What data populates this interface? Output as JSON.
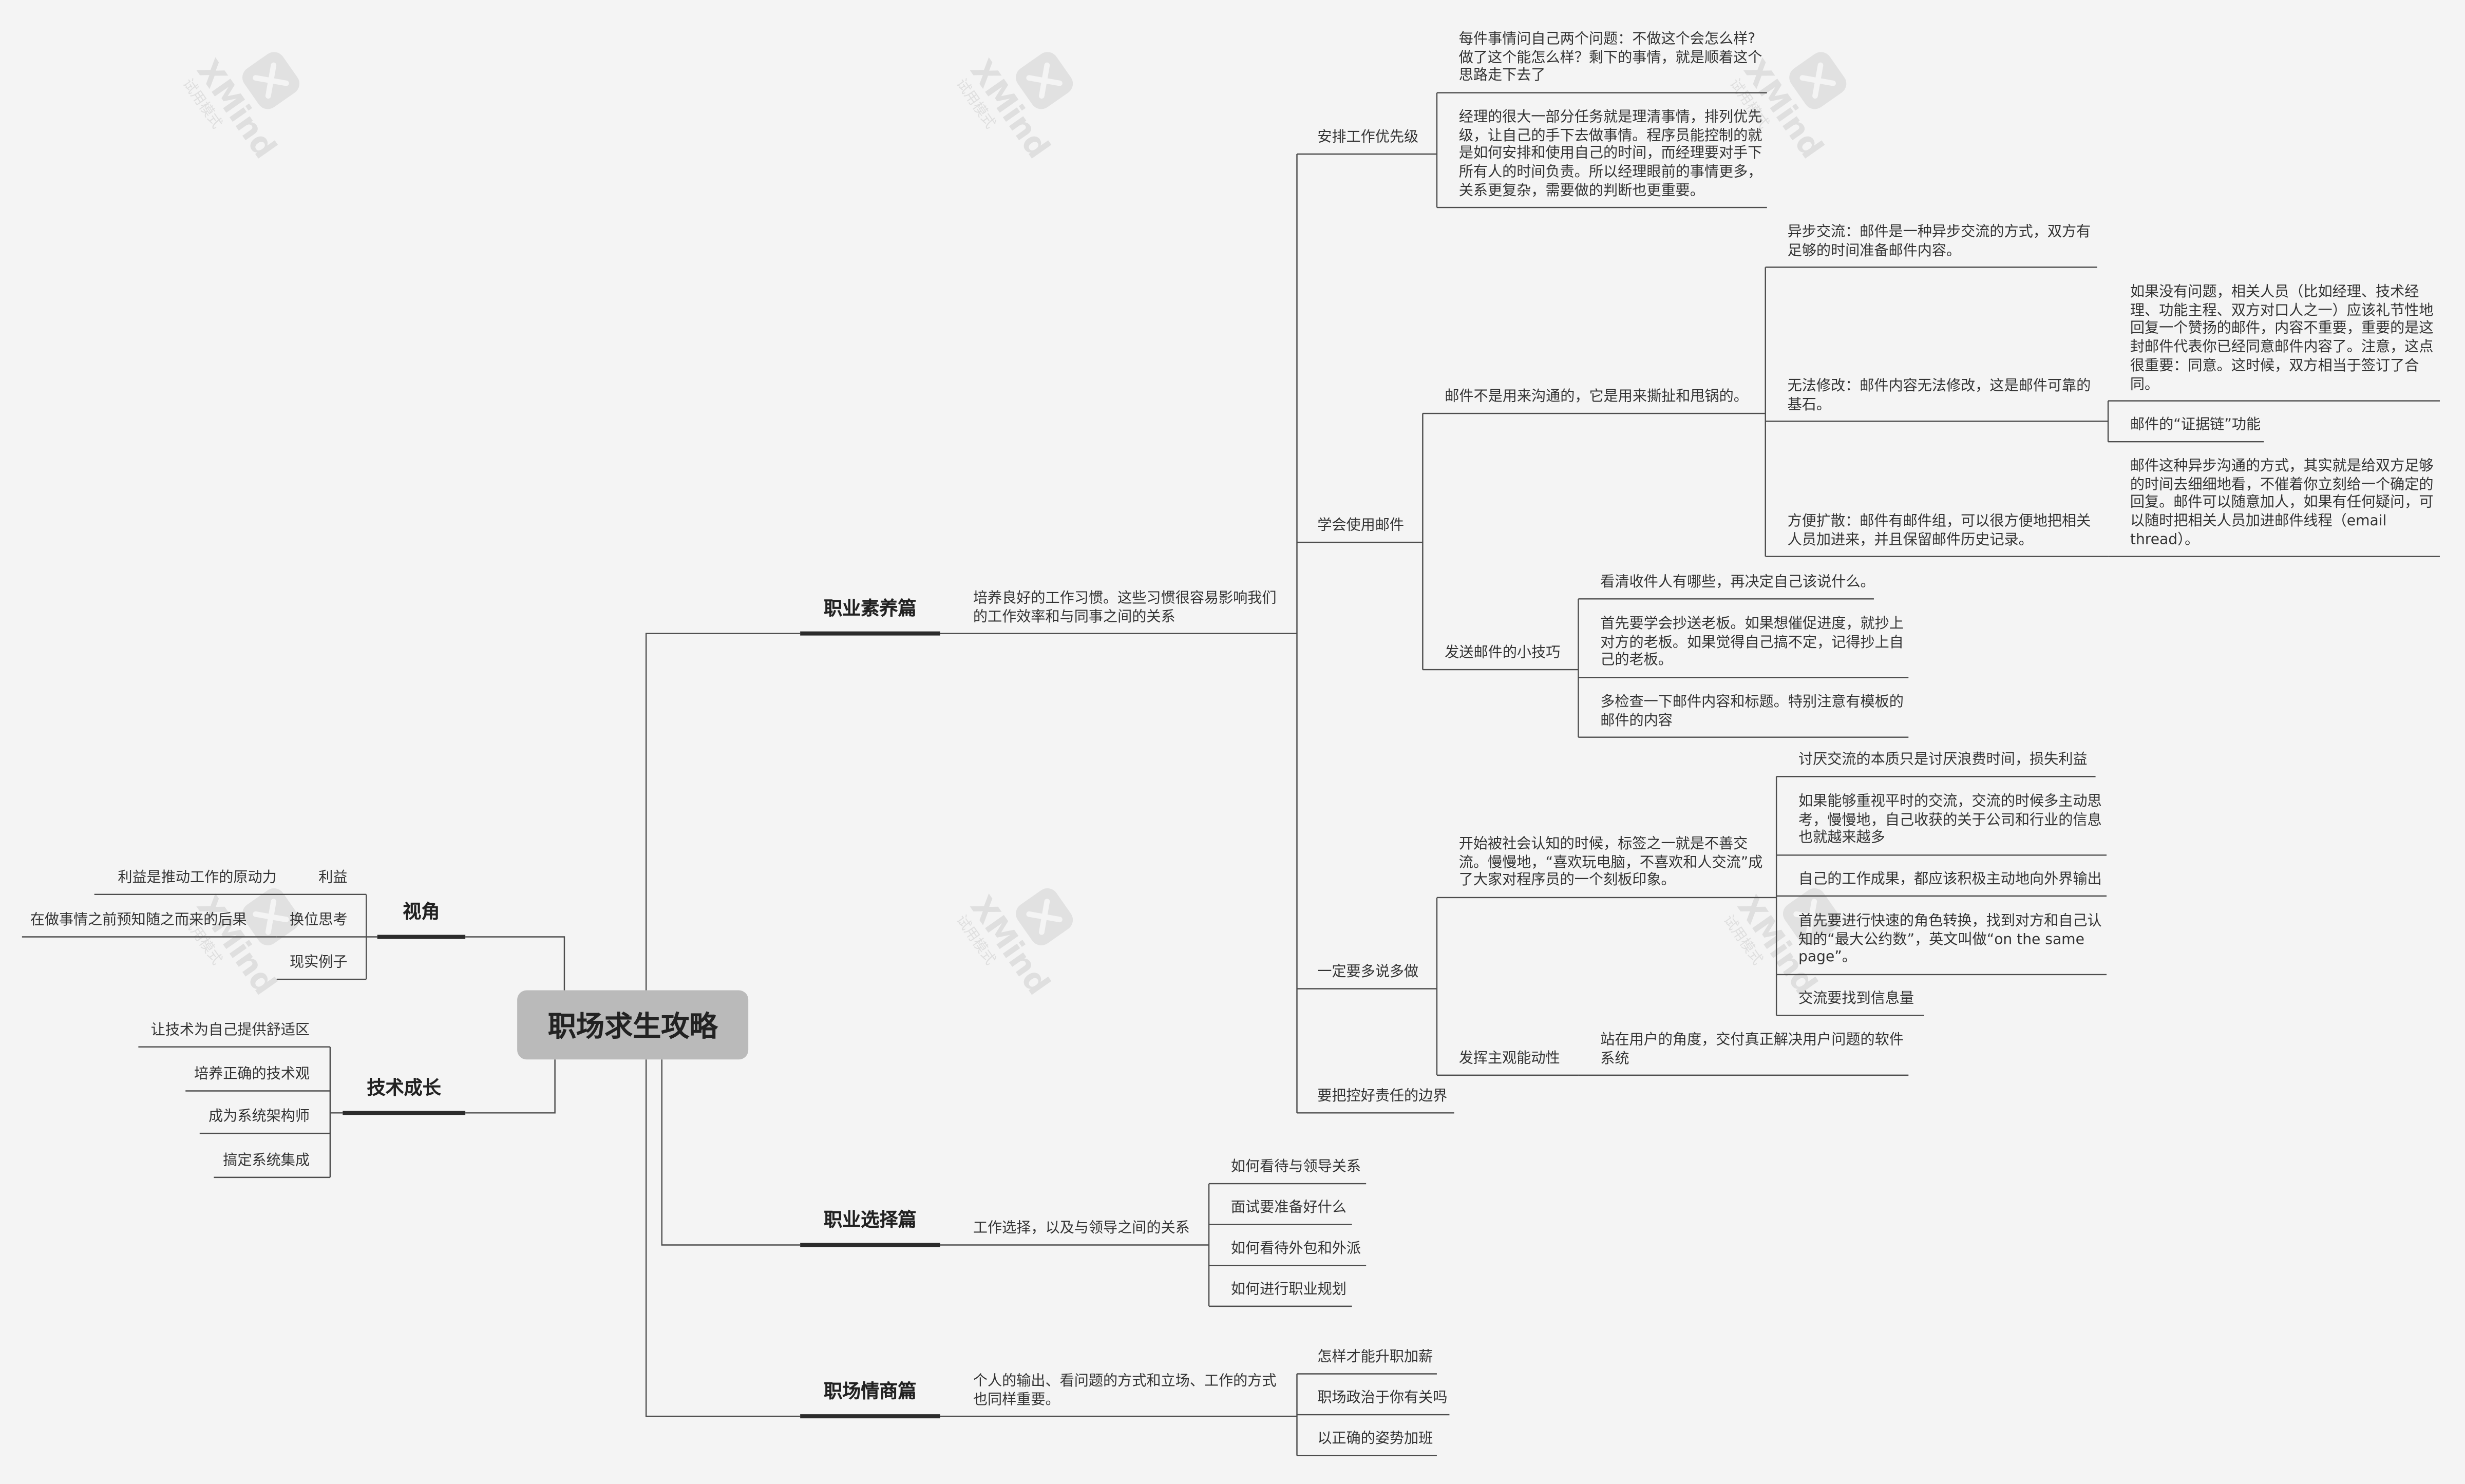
{
  "root": {
    "title": "职场求生攻略"
  },
  "career_quality": {
    "title": "职业素养篇",
    "summary": [
      "培养良好的工作习惯。这些习惯很容易影响我们",
      "的工作效率和与同事之间的关系"
    ],
    "priority": {
      "label": "安排工作优先级",
      "notes": [
        [
          "每件事情问自己两个问题：不做这个会怎么样?",
          "做了这个能怎么样？剩下的事情，就是顺着这个",
          "思路走下去了"
        ],
        [
          "经理的很大一部分任务就是理清事情，排列优先",
          "级，让自己的手下去做事情。程序员能控制的就",
          "是如何安排和使用自己的时间，而经理要对手下",
          "所有人的时间负责。所以经理眼前的事情更多，",
          "关系更复杂，需要做的判断也更重要。"
        ]
      ]
    },
    "email": {
      "label": "学会使用邮件",
      "purpose": {
        "label": "邮件不是用来沟通的，它是用来撕扯和甩锅的。",
        "async": [
          "异步交流：邮件是一种异步交流的方式，双方有",
          "足够的时间准备邮件内容。"
        ],
        "immutable": {
          "label": [
            "无法修改：邮件内容无法修改，这是邮件可靠的",
            "基石。"
          ],
          "agreement": [
            "如果没有问题，相关人员（比如经理、技术经",
            "理、功能主程、双方对口人之一）应该礼节性地",
            "回复一个赞扬的邮件，内容不重要，重要的是这",
            "封邮件代表你已经同意邮件内容了。注意，这点",
            "很重要：同意。这时候，双方相当于签订了合",
            "同。"
          ],
          "evidence": "邮件的“证据链”功能"
        },
        "spread": {
          "label": [
            "方便扩散：邮件有邮件组，可以很方便地把相关",
            "人员加进来，并且保留邮件历史记录。"
          ],
          "detail": [
            "邮件这种异步沟通的方式，其实就是给双方足够",
            "的时间去细细地看，不催着你立刻给一个确定的",
            "回复。邮件可以随意加人，如果有任何疑问，可",
            "以随时把相关人员加进邮件线程（email",
            "thread）。"
          ]
        }
      },
      "tips": {
        "label": "发送邮件的小技巧",
        "items": [
          "看清收件人有哪些，再决定自己该说什么。",
          [
            "首先要学会抄送老板。如果想催促进度，就抄上",
            "对方的老板。如果觉得自己搞不定，记得抄上自",
            "己的老板。"
          ],
          [
            "多检查一下邮件内容和标题。特别注意有模板的",
            "邮件的内容"
          ]
        ]
      }
    },
    "communicate": {
      "label": "一定要多说多做",
      "stereotype": {
        "label": [
          "开始被社会认知的时候，标签之一就是不善交",
          "流。慢慢地，“喜欢玩电脑，不喜欢和人交流”成",
          "了大家对程序员的一个刻板印象。"
        ],
        "items": [
          "讨厌交流的本质只是讨厌浪费时间，损失利益",
          [
            "如果能够重视平时的交流，交流的时候多主动思",
            "考，慢慢地，自己收获的关于公司和行业的信息",
            "也就越来越多"
          ],
          "自己的工作成果，都应该积极主动地向外界输出",
          [
            "首先要进行快速的角色转换，找到对方和自己认",
            "知的“最大公约数”，英文叫做“on the same",
            "page”。"
          ],
          "交流要找到信息量"
        ]
      },
      "initiative": {
        "label": "发挥主观能动性",
        "detail": [
          "站在用户的角度，交付真正解决用户问题的软件",
          "系统"
        ]
      }
    },
    "boundary": "要把控好责任的边界"
  },
  "career_choice": {
    "title": "职业选择篇",
    "summary": "工作选择，以及与领导之间的关系",
    "items": [
      "如何看待与领导关系",
      "面试要准备好什么",
      "如何看待外包和外派",
      "如何进行职业规划"
    ]
  },
  "workplace_eq": {
    "title": "职场情商篇",
    "summary": [
      "个人的输出、看问题的方式和立场、工作的方式",
      "也同样重要。"
    ],
    "items": [
      "怎样才能升职加薪",
      "职场政治于你有关吗",
      "以正确的姿势加班"
    ]
  },
  "perspective": {
    "title": "视角",
    "items": [
      {
        "label": "利益",
        "detail": "利益是推动工作的原动力"
      },
      {
        "label": "换位思考",
        "detail": "在做事情之前预知随之而来的后果"
      },
      {
        "label": "现实例子"
      }
    ]
  },
  "tech_growth": {
    "title": "技术成长",
    "items": [
      "让技术为自己提供舒适区",
      "培养正确的技术观",
      "成为系统架构师",
      "搞定系统集成"
    ]
  },
  "watermark": {
    "brand": "XMind",
    "mode": "试用模式",
    "icon": "xmind-logo-icon"
  },
  "colors": {
    "background": "#f4f4f4",
    "line": "#4d4d4d",
    "root_fill": "#bababa",
    "text": "#333333"
  }
}
